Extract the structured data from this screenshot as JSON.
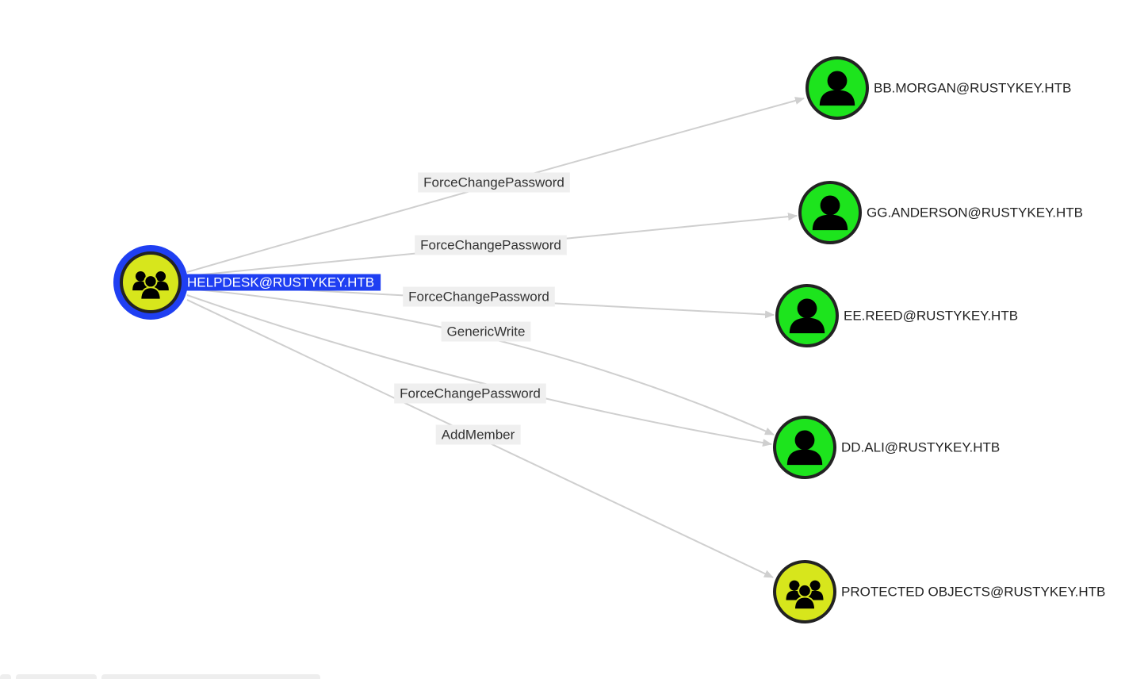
{
  "colors": {
    "group_fill": "#d7e61c",
    "user_fill": "#1de41d",
    "node_border": "#222222",
    "selected_ring": "#1f3ff2",
    "selected_label_bg": "#1f3ff2",
    "edge": "#cfcfcf",
    "edge_label_bg": "#efefef"
  },
  "graph": {
    "nodes": [
      {
        "id": "helpdesk",
        "label": "HELPDESK@RUSTYKEY.HTB",
        "type": "group",
        "icon": "group-icon",
        "selected": true
      },
      {
        "id": "bbmorgan",
        "label": "BB.MORGAN@RUSTYKEY.HTB",
        "type": "user",
        "icon": "user-icon",
        "selected": false
      },
      {
        "id": "gganderson",
        "label": "GG.ANDERSON@RUSTYKEY.HTB",
        "type": "user",
        "icon": "user-icon",
        "selected": false
      },
      {
        "id": "eereed",
        "label": "EE.REED@RUSTYKEY.HTB",
        "type": "user",
        "icon": "user-icon",
        "selected": false
      },
      {
        "id": "ddali",
        "label": "DD.ALI@RUSTYKEY.HTB",
        "type": "user",
        "icon": "user-icon",
        "selected": false
      },
      {
        "id": "protected",
        "label": "PROTECTED OBJECTS@RUSTYKEY.HTB",
        "type": "group",
        "icon": "group-icon",
        "selected": false
      }
    ],
    "edges": [
      {
        "from": "helpdesk",
        "to": "bbmorgan",
        "label": "ForceChangePassword"
      },
      {
        "from": "helpdesk",
        "to": "gganderson",
        "label": "ForceChangePassword"
      },
      {
        "from": "helpdesk",
        "to": "eereed",
        "label": "ForceChangePassword"
      },
      {
        "from": "helpdesk",
        "to": "ddali",
        "label": "GenericWrite"
      },
      {
        "from": "helpdesk",
        "to": "ddali",
        "label": "ForceChangePassword"
      },
      {
        "from": "helpdesk",
        "to": "protected",
        "label": "AddMember"
      }
    ]
  }
}
